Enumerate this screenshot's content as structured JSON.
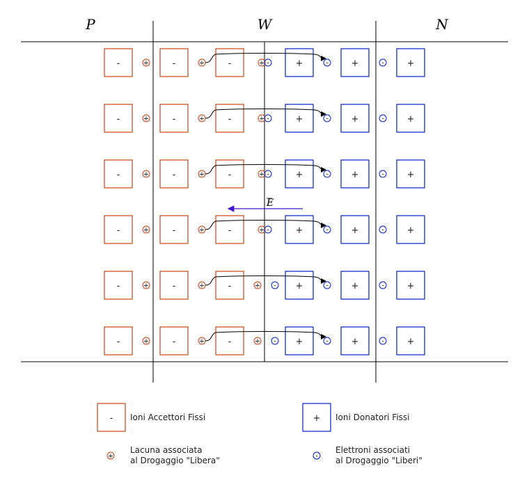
{
  "regions": {
    "p": "P",
    "w": "W",
    "n": "N"
  },
  "field_label": "E",
  "colors": {
    "acceptor": "#cc4411",
    "donor": "#0022cc",
    "field": "#4411cc",
    "line": "#000000"
  },
  "rows": 6,
  "acceptor_symbol": "-",
  "donor_symbol": "+",
  "hole_symbol": "+",
  "electron_symbol": "-",
  "legend": {
    "acceptor": "Ioni Accettori Fissi",
    "donor": "Ioni Donatori Fissi",
    "hole_line1": "Lacuna associata",
    "hole_line2": "al Drogaggio \"Libera\"",
    "electron_line1": "Elettroni associati",
    "electron_line2": "al Drogaggio \"Liberi\""
  }
}
